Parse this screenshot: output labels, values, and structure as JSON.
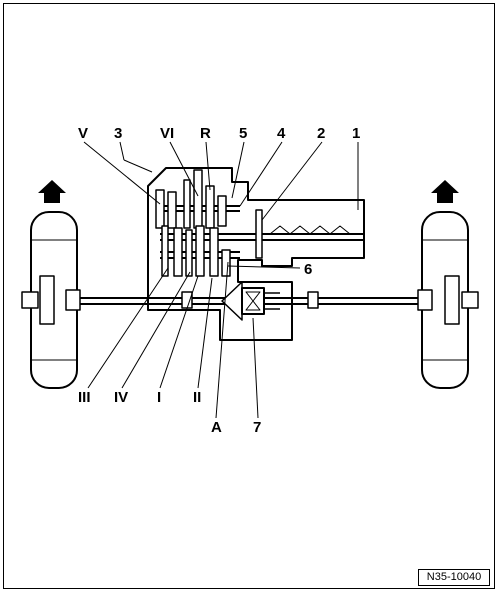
{
  "figure_code": "N35-10040",
  "labels": {
    "V": "V",
    "n3": "3",
    "VI": "VI",
    "R": "R",
    "n5": "5",
    "n4": "4",
    "n2": "2",
    "n1": "1",
    "n6": "6",
    "III": "III",
    "IV": "IV",
    "I": "I",
    "II": "II",
    "A": "A",
    "n7": "7"
  },
  "icons": {
    "direction": "arrow-up-icon"
  }
}
